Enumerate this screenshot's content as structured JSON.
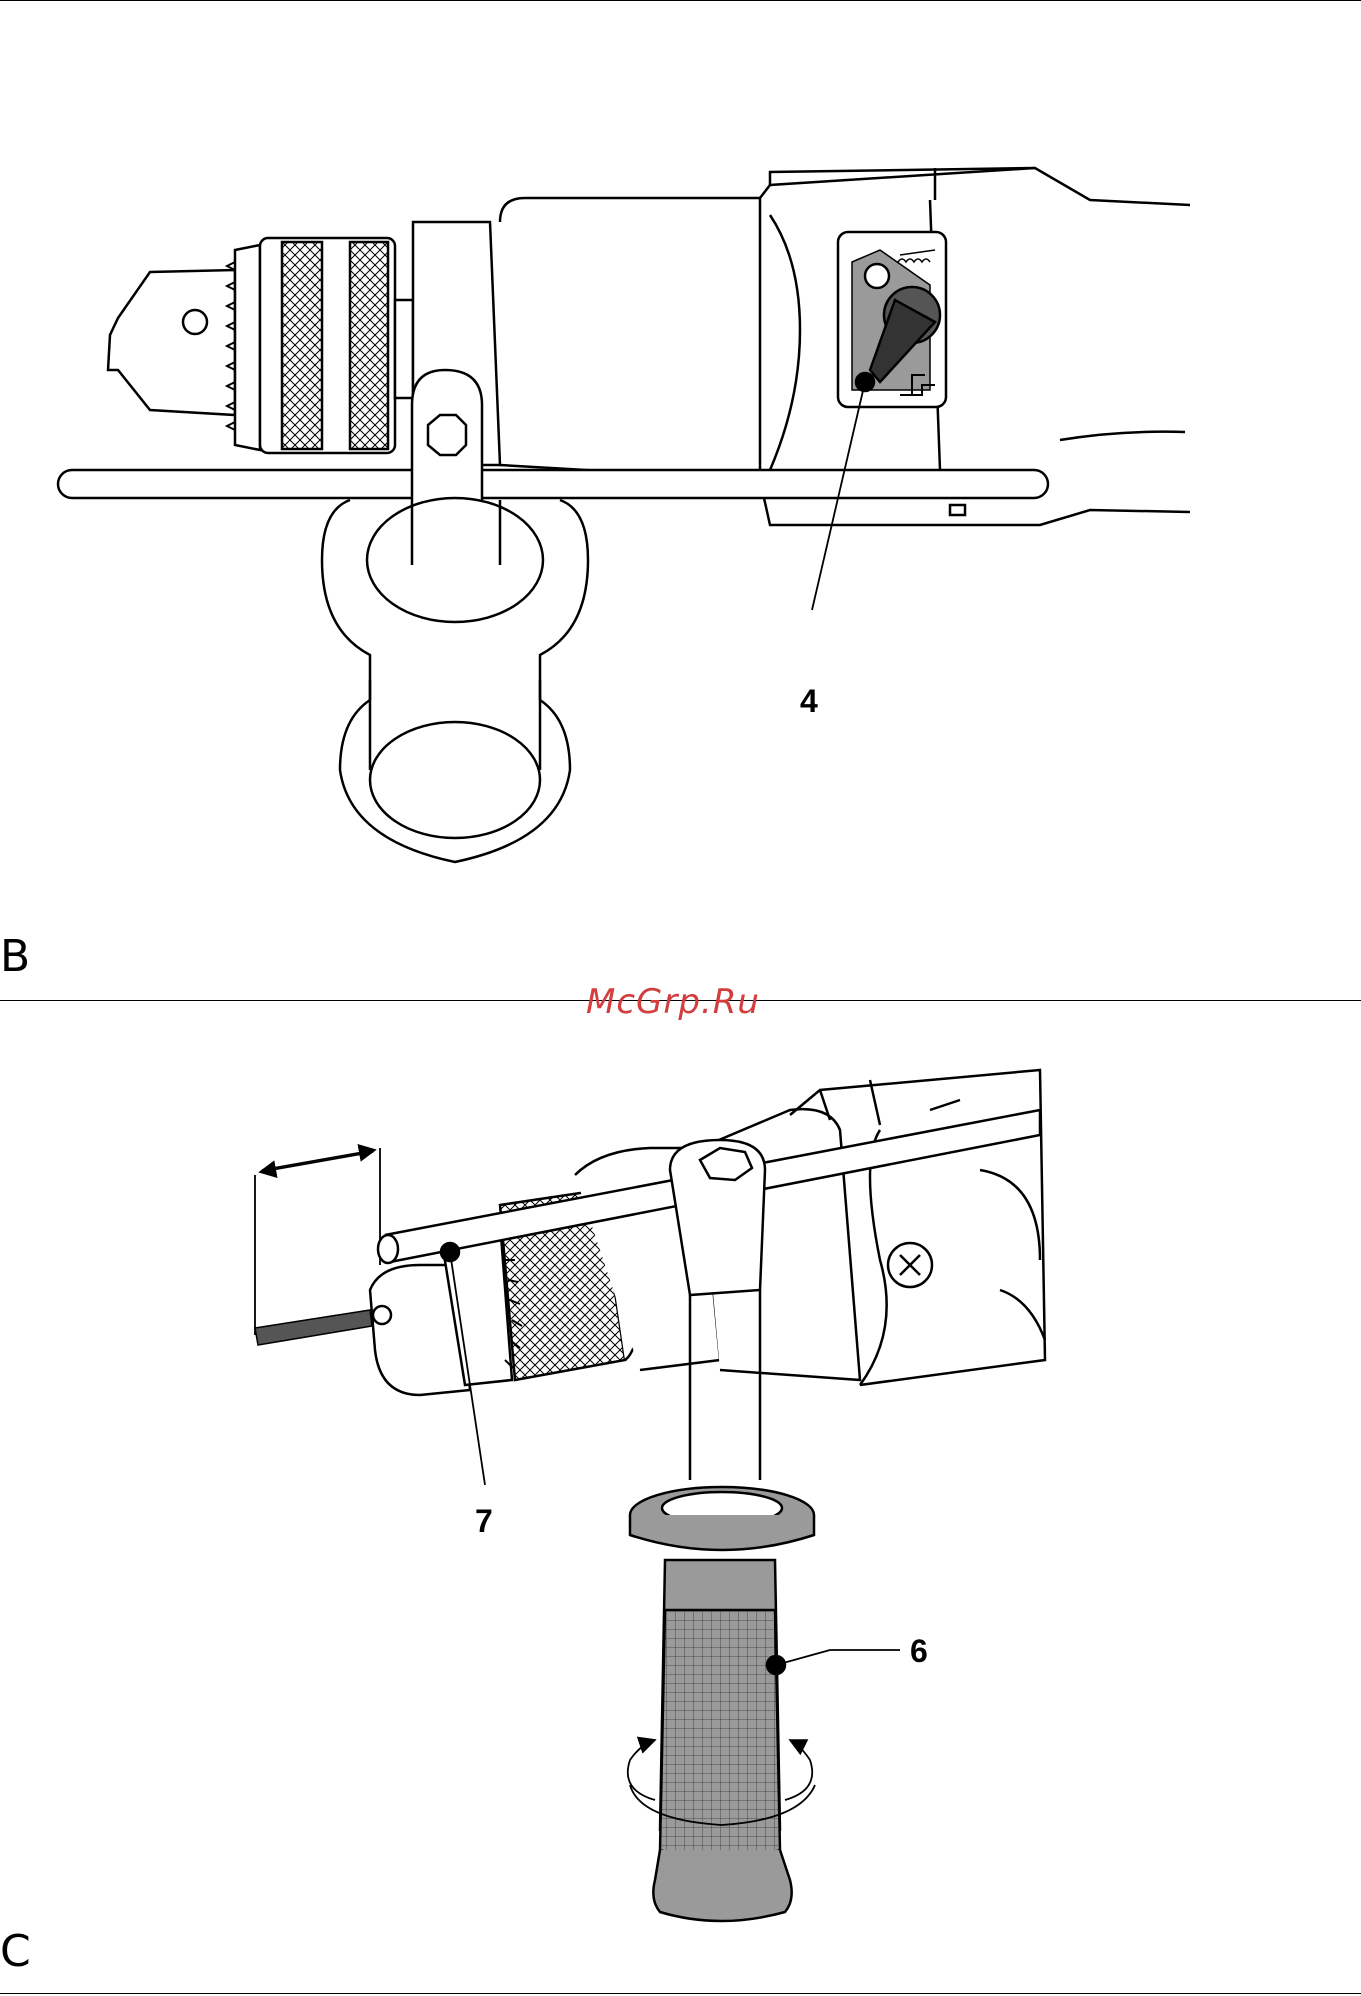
{
  "sections": {
    "b": {
      "letter": "B",
      "callouts": [
        {
          "number": "4"
        }
      ]
    },
    "c": {
      "letter": "C",
      "callouts": [
        {
          "number": "7"
        },
        {
          "number": "6"
        }
      ]
    }
  },
  "watermark": "McGrp.Ru",
  "colors": {
    "line": "#000000",
    "grip": "#9a9a9a",
    "watermark": "#d43d3d"
  }
}
